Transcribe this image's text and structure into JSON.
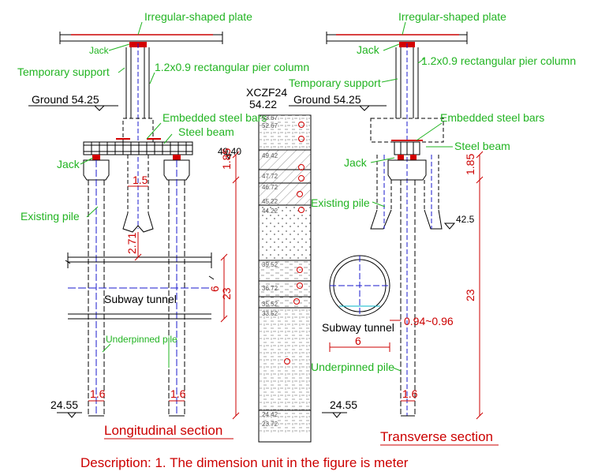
{
  "colors": {
    "label": "#22b422",
    "dimension": "#cc0000",
    "outline": "#000000",
    "pile_center": "#1a1acc",
    "steel": "#d40000",
    "water": "#00b5c8"
  },
  "labels": {
    "plate_left": "Irregular-shaped plate",
    "plate_right": "Irregular-shaped plate",
    "jack_top_left": "Jack",
    "jack_top_right": "Jack",
    "temp_support_left": "Temporary support",
    "temp_support_right": "Temporary support",
    "pier_left": "1.2x0.9 rectangular pier column",
    "pier_right": "1.2x0.9 rectangular pier column",
    "ground_left": "Ground 54.25",
    "ground_right": "Ground 54.25",
    "embedded_left": "Embedded steel bars",
    "embedded_right": "Embedded steel bars",
    "steel_beam_left": "Steel beam",
    "steel_beam_right": "Steel beam",
    "jack_left": "Jack",
    "jack_right": "Jack",
    "existing_pile_left": "Existing pile",
    "existing_pile_right": "Existing pile",
    "subway_left": "Subway tunnel",
    "subway_right": "Subway tunnel",
    "underpinned_left": "Underpinned pile",
    "underpinned_right": "Underpinned pile",
    "elev_4940": "49.40",
    "elev_425": "42.5",
    "elev_2455_left": "24.55",
    "elev_2455_right": "24.55",
    "borehole_id": "XCZF24",
    "borehole_top": "54.22"
  },
  "dims": {
    "d_185_left": "1.85",
    "d_15": "1.5",
    "d_271": "2.71",
    "d_6_vert": "6",
    "d_23_left": "23",
    "d_16_a": "1.6",
    "d_16_b": "1.6",
    "d_185_right": "1.85",
    "d_6_horiz": "6",
    "d_094": "0.94~0.96",
    "d_23_right": "23",
    "d_16_c": "1.6"
  },
  "borehole_log": [
    "53.67",
    "52.67",
    "49.42",
    "47.72",
    "46.72",
    "45.22",
    "44.22",
    "39.52",
    "36.72",
    "35.52",
    "33.52",
    "24.42",
    "23.72"
  ],
  "captions": {
    "longitudinal": "Longitudinal section",
    "transverse": "Transverse section",
    "description": "Description: 1. The dimension unit in the figure is meter"
  }
}
